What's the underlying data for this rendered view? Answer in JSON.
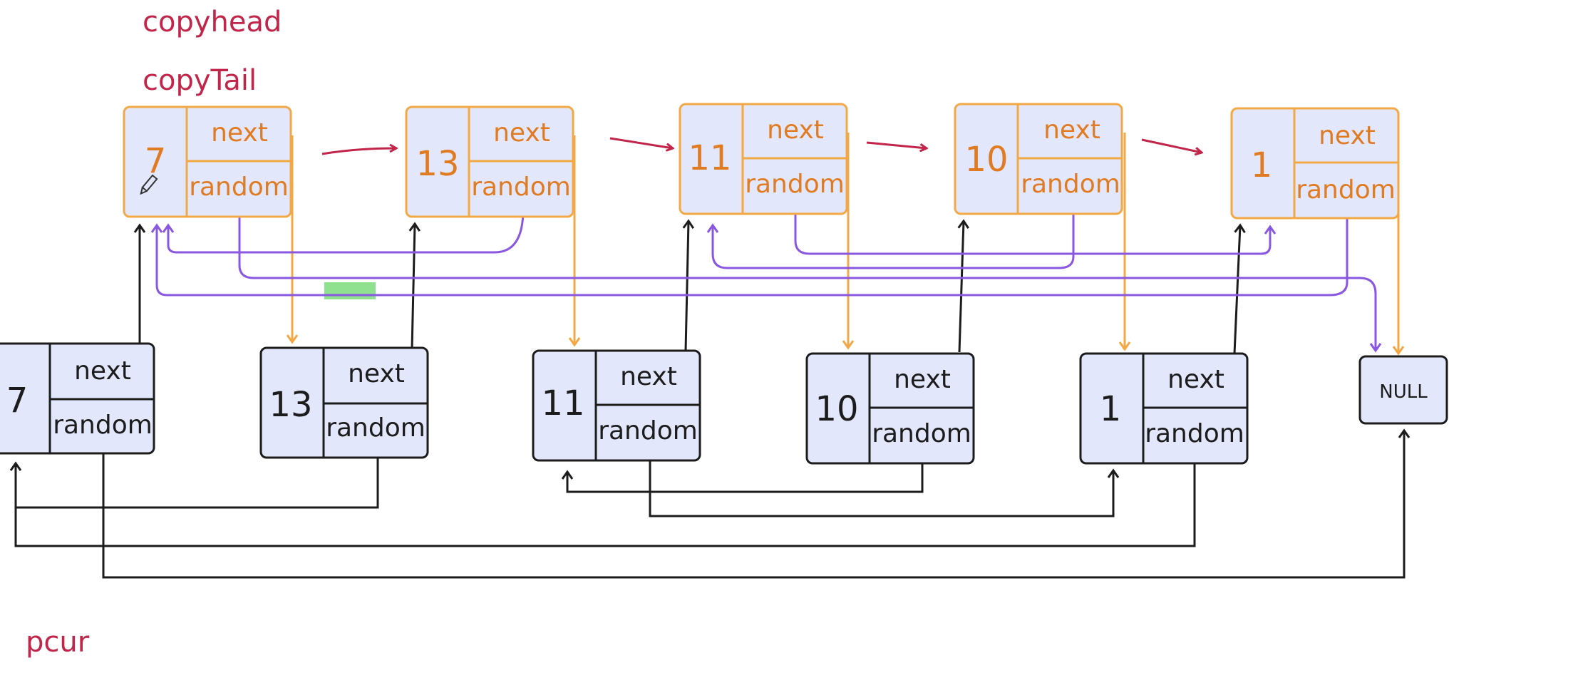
{
  "labels": {
    "copyhead": "copyhead",
    "copytail": "copyTail",
    "pcur": "pcur"
  },
  "copy_nodes": [
    {
      "val": "7",
      "next": "next",
      "random": "random"
    },
    {
      "val": "13",
      "next": "next",
      "random": "random"
    },
    {
      "val": "11",
      "next": "next",
      "random": "random"
    },
    {
      "val": "10",
      "next": "next",
      "random": "random"
    },
    {
      "val": "1",
      "next": "next",
      "random": "random"
    }
  ],
  "orig_nodes": [
    {
      "val": "7",
      "next": "next",
      "random": "random"
    },
    {
      "val": "13",
      "next": "next",
      "random": "random"
    },
    {
      "val": "11",
      "next": "next",
      "random": "random"
    },
    {
      "val": "10",
      "next": "next",
      "random": "random"
    },
    {
      "val": "1",
      "next": "next",
      "random": "random"
    }
  ],
  "null_label": "NULL",
  "colors": {
    "copy_border": "#f2a844",
    "copy_fill": "#e3e7fb",
    "copy_text": "#e07b22",
    "orig_border": "#1c1c1c",
    "orig_fill": "#e3e7fb",
    "label_red": "#c2254a",
    "purple": "#8a58e0",
    "orange_arrow": "#f2a844",
    "black_arrow": "#1c1c1c",
    "highlight": "#8fe08f"
  }
}
